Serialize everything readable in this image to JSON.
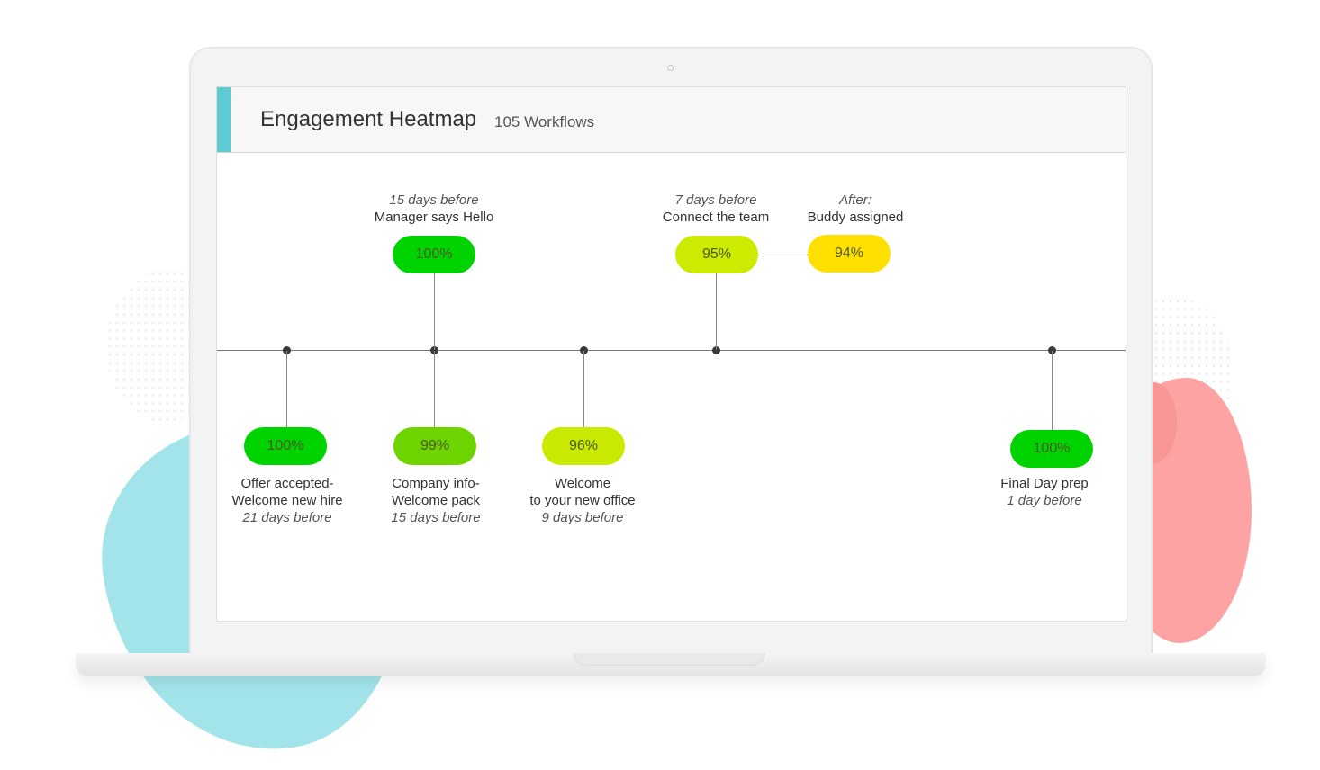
{
  "header": {
    "title": "Engagement Heatmap",
    "subtitle": "105 Workflows",
    "accent_color": "#5bcbd4"
  },
  "workflows": [
    {
      "id": "offer",
      "value": "100%",
      "line1": "Offer accepted-",
      "line2": "Welcome new hire",
      "timing": "21 days before",
      "color": "#00d400"
    },
    {
      "id": "manager",
      "value": "100%",
      "timing": "15 days before",
      "name": "Manager says Hello",
      "color": "#00d400"
    },
    {
      "id": "company",
      "value": "99%",
      "line1": "Company info-",
      "line2": "Welcome pack",
      "timing": "15 days before",
      "color": "#6dd400"
    },
    {
      "id": "welcome",
      "value": "96%",
      "line1": "Welcome",
      "line2": "to your new office",
      "timing": "9 days before",
      "color": "#c9ea00"
    },
    {
      "id": "connect",
      "value": "95%",
      "timing": "7 days before",
      "name": "Connect the team",
      "color": "#cdeb00"
    },
    {
      "id": "buddy",
      "value": "94%",
      "timing": "After:",
      "name": "Buddy assigned",
      "color": "#ffe000"
    },
    {
      "id": "final",
      "value": "100%",
      "line1": "Final Day prep",
      "timing": "1 day before",
      "color": "#00d400"
    }
  ],
  "decor": {
    "blob_teal": "#a2e4ea",
    "blob_pink": "#fda3a3"
  }
}
